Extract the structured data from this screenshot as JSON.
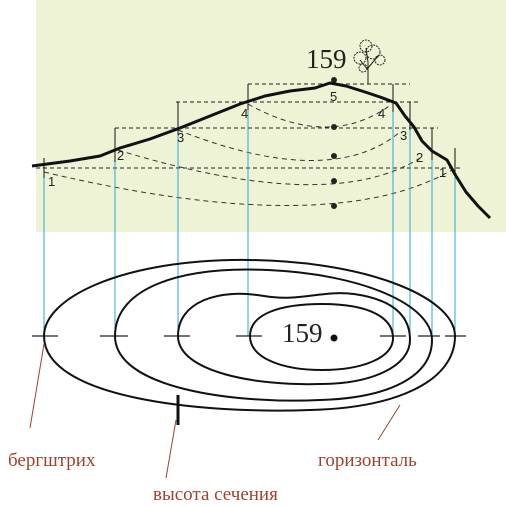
{
  "diagram": {
    "peak_elevation": "159",
    "profile_levels": [
      "1",
      "2",
      "3",
      "4",
      "5",
      "4",
      "3",
      "2",
      "1"
    ],
    "labels": {
      "bergstrich": "бергштрих",
      "contour": "горизонталь",
      "section_height": "высота сечения"
    },
    "colors": {
      "profile_background": "#eef3d6",
      "projection_lines": "#2aa7d8",
      "label_text": "#a0422a",
      "lines": "#111111"
    },
    "icons": [
      "tree-icon"
    ]
  }
}
